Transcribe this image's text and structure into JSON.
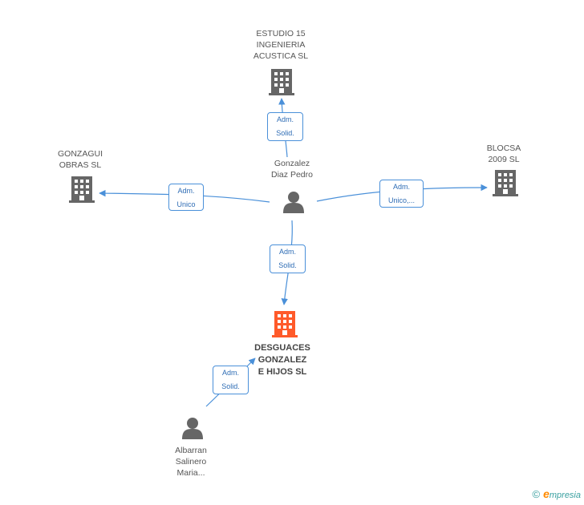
{
  "nodes": {
    "estudio": {
      "label": "ESTUDIO 15\nINGENIERIA\nACUSTICA SL",
      "type": "company"
    },
    "gonzagui": {
      "label": "GONZAGUI\nOBRAS SL",
      "type": "company"
    },
    "blocsa": {
      "label": "BLOCSA\n2009 SL",
      "type": "company"
    },
    "gonzalez": {
      "label": "Gonzalez\nDiaz Pedro",
      "type": "person"
    },
    "desguaces": {
      "label": "DESGUACES\nGONZALEZ\nE HIJOS SL",
      "type": "company-main"
    },
    "albarran": {
      "label": "Albarran\nSalinero\nMaria...",
      "type": "person"
    }
  },
  "edges": {
    "to_estudio": "Adm.\nSolid.",
    "to_gonzagui": "Adm.\nUnico",
    "to_blocsa": "Adm.\nUnico,...",
    "to_desguaces": "Adm.\nSolid.",
    "albarran_to_desguaces": "Adm.\nSolid."
  },
  "colors": {
    "company_icon": "#666666",
    "main_company_icon": "#ff5a2a",
    "person_icon": "#666666",
    "edge": "#4a90d9"
  },
  "brand": {
    "copyright": "©",
    "e": "e",
    "rest": "mpresia"
  }
}
